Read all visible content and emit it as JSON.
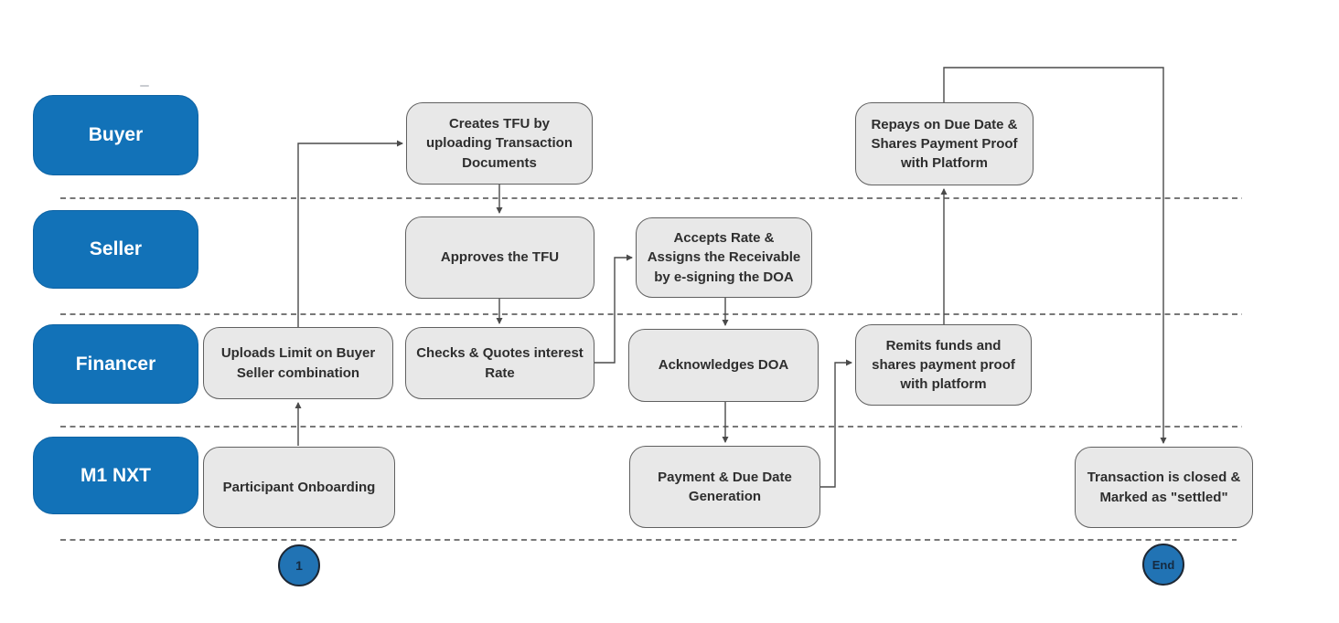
{
  "diagram_type": "swimlane-flowchart",
  "lanes": [
    {
      "label": "Buyer"
    },
    {
      "label": "Seller"
    },
    {
      "label": "Financer"
    },
    {
      "label": "M1 NXT"
    }
  ],
  "nodes": [
    {
      "id": "creates-tfu",
      "lane": "Buyer",
      "label": "Creates TFU by uploading Transaction Documents"
    },
    {
      "id": "repays-due-date",
      "lane": "Buyer",
      "label": "Repays on Due Date & Shares Payment Proof with Platform"
    },
    {
      "id": "approves-tfu",
      "lane": "Seller",
      "label": "Approves the TFU"
    },
    {
      "id": "accepts-rate",
      "lane": "Seller",
      "label": "Accepts Rate & Assigns the Receivable by e-signing the DOA"
    },
    {
      "id": "uploads-limit",
      "lane": "Financer",
      "label": "Uploads Limit on Buyer Seller combination"
    },
    {
      "id": "checks-quotes",
      "lane": "Financer",
      "label": "Checks & Quotes interest Rate"
    },
    {
      "id": "acknowledges-doa",
      "lane": "Financer",
      "label": "Acknowledges DOA"
    },
    {
      "id": "remits-funds",
      "lane": "Financer",
      "label": "Remits funds and shares payment proof with platform"
    },
    {
      "id": "participant-onboarding",
      "lane": "M1 NXT",
      "label": "Participant Onboarding"
    },
    {
      "id": "payment-due-date",
      "lane": "M1 NXT",
      "label": "Payment & Due Date Generation"
    },
    {
      "id": "transaction-closed",
      "lane": "M1 NXT",
      "label": "Transaction is closed & Marked as \"settled\""
    }
  ],
  "edges": [
    {
      "from": "participant-onboarding",
      "to": "uploads-limit"
    },
    {
      "from": "uploads-limit",
      "to": "creates-tfu"
    },
    {
      "from": "creates-tfu",
      "to": "approves-tfu"
    },
    {
      "from": "approves-tfu",
      "to": "checks-quotes"
    },
    {
      "from": "checks-quotes",
      "to": "accepts-rate"
    },
    {
      "from": "accepts-rate",
      "to": "acknowledges-doa"
    },
    {
      "from": "acknowledges-doa",
      "to": "payment-due-date"
    },
    {
      "from": "payment-due-date",
      "to": "remits-funds"
    },
    {
      "from": "remits-funds",
      "to": "repays-due-date"
    },
    {
      "from": "repays-due-date",
      "to": "transaction-closed"
    }
  ],
  "markers": [
    {
      "id": "step-1",
      "label": "1"
    },
    {
      "id": "end",
      "label": "End"
    }
  ],
  "colors": {
    "lane_blue": "#1272b8",
    "node_fill": "#e8e8e8",
    "node_border": "#606060",
    "node_text": "#2e2e2e",
    "connector": "#4a4a4a",
    "divider": "#4c4c4c",
    "marker_fill": "#2173b4",
    "marker_border": "#1d2734",
    "marker_text": "#152a40"
  }
}
